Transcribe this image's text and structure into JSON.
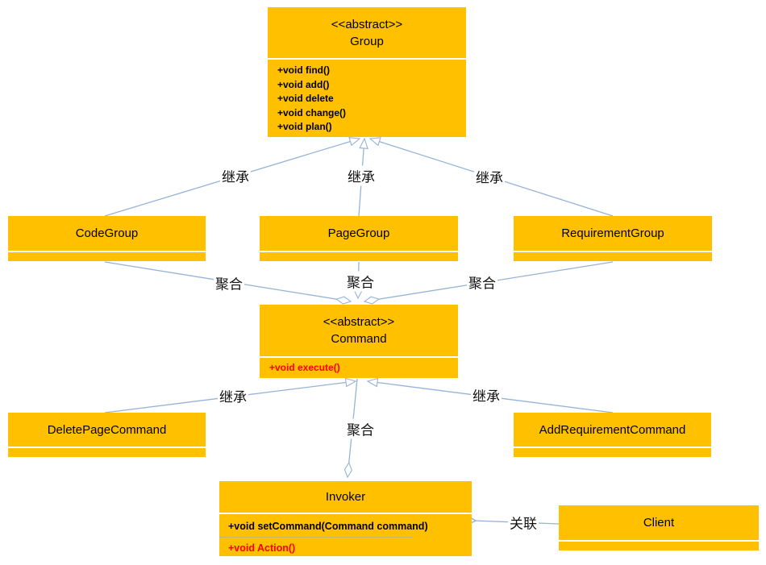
{
  "diagram": {
    "type": "uml-class-diagram",
    "colors": {
      "box_fill": "#FFC000",
      "connector": "#95B3D7",
      "compartment_divider": "#FFFFFF",
      "method_text": "#000000",
      "method_highlight": "#FF0000"
    },
    "classes": {
      "group": {
        "stereotype": "<<abstract>>",
        "name": "Group",
        "methods": [
          "+void find()",
          "+void add()",
          "+void delete",
          "+void change()",
          "+void plan()"
        ]
      },
      "code_group": {
        "name": "CodeGroup"
      },
      "page_group": {
        "name": "PageGroup"
      },
      "requirement_group": {
        "name": "RequirementGroup"
      },
      "command": {
        "stereotype": "<<abstract>>",
        "name": "Command",
        "methods": [
          "+void execute()"
        ]
      },
      "delete_page_command": {
        "name": "DeletePageCommand"
      },
      "add_requirement_command": {
        "name": "AddRequirementCommand"
      },
      "invoker": {
        "name": "Invoker",
        "methods": [
          "+void setCommand(Command command)",
          "+void Action()"
        ]
      },
      "client": {
        "name": "Client"
      }
    },
    "edge_labels": {
      "inheritance": "继承",
      "aggregation": "聚合",
      "association": "关联"
    }
  }
}
